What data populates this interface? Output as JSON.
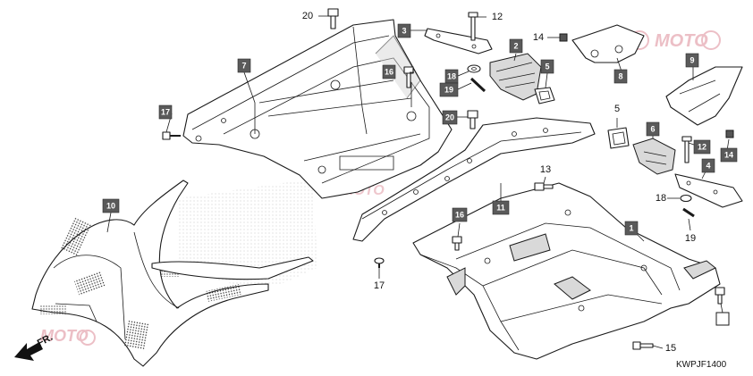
{
  "diagram_code": "KWPJF1400",
  "direction_label": "FR.",
  "watermark": {
    "text": "MOTO",
    "color": "#e8b0b8"
  },
  "colors": {
    "callout_box": "#5a5a5a",
    "line": "#1a1a1a",
    "watermark": "#e8b0b8"
  },
  "callouts_boxed": [
    {
      "id": "c1",
      "label": "1"
    },
    {
      "id": "c2",
      "label": "2"
    },
    {
      "id": "c3",
      "label": "3"
    },
    {
      "id": "c4",
      "label": "4"
    },
    {
      "id": "c5",
      "label": "5"
    },
    {
      "id": "c6",
      "label": "6"
    },
    {
      "id": "c7",
      "label": "7"
    },
    {
      "id": "c8",
      "label": "8"
    },
    {
      "id": "c9",
      "label": "9"
    },
    {
      "id": "c10",
      "label": "10"
    },
    {
      "id": "c11",
      "label": "11"
    },
    {
      "id": "c12",
      "label": "12"
    },
    {
      "id": "c14",
      "label": "14"
    },
    {
      "id": "c16a",
      "label": "16"
    },
    {
      "id": "c16b",
      "label": "16"
    },
    {
      "id": "c17",
      "label": "17"
    },
    {
      "id": "c18",
      "label": "18"
    },
    {
      "id": "c19",
      "label": "19"
    },
    {
      "id": "c20",
      "label": "20"
    }
  ],
  "callouts_plain": [
    {
      "id": "p20",
      "label": "20"
    },
    {
      "id": "p12",
      "label": "12"
    },
    {
      "id": "p14",
      "label": "14"
    },
    {
      "id": "p5",
      "label": "5"
    },
    {
      "id": "p13",
      "label": "13"
    },
    {
      "id": "p18",
      "label": "18"
    },
    {
      "id": "p19",
      "label": "19"
    },
    {
      "id": "p17",
      "label": "17"
    },
    {
      "id": "p15",
      "label": "15"
    }
  ]
}
